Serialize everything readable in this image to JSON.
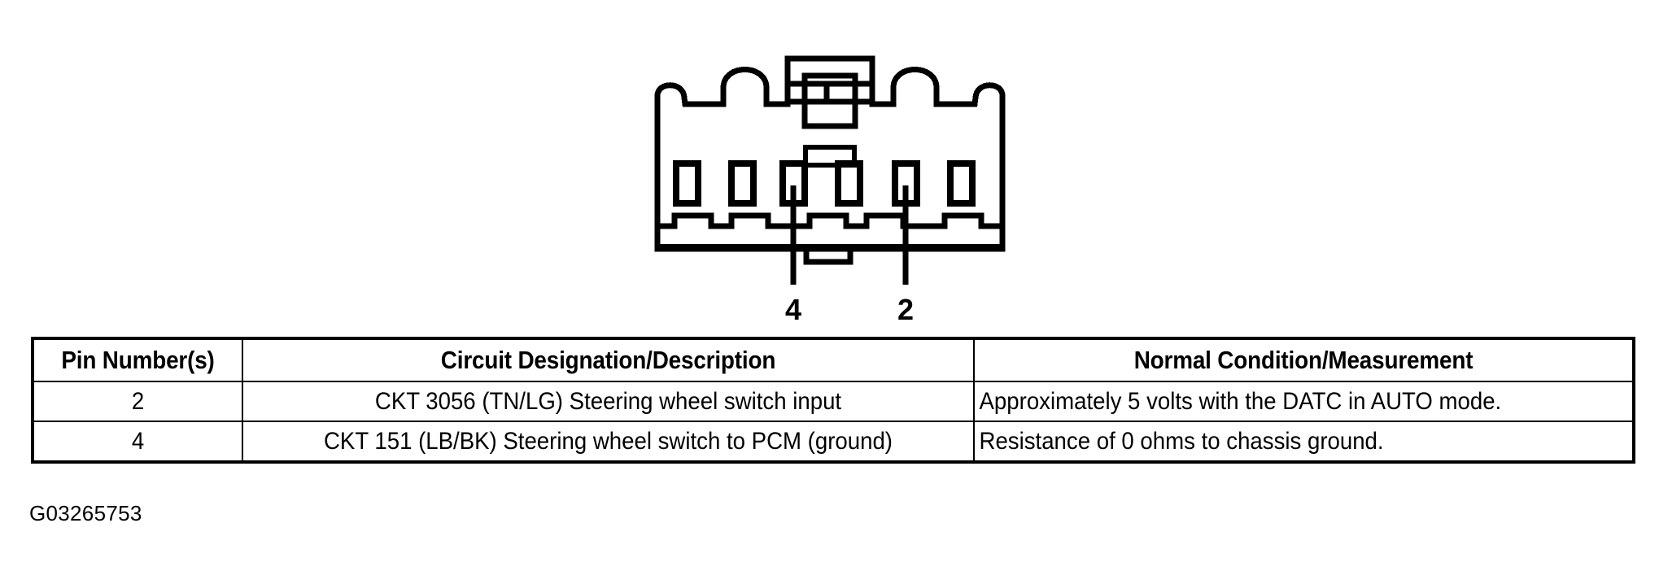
{
  "figure": {
    "id_caption": "G03265753",
    "connector": {
      "name": "6-cavity electrical connector front view",
      "cavity_count": 6,
      "callouts": [
        {
          "label": "4",
          "cavity_index": 3
        },
        {
          "label": "2",
          "cavity_index": 5
        }
      ]
    }
  },
  "table": {
    "columns": [
      "Pin Number(s)",
      "Circuit Designation/Description",
      "Normal Condition/Measurement"
    ],
    "rows": [
      {
        "pin": "2",
        "circuit": "CKT 3056 (TN/LG) Steering wheel switch input",
        "normal": "Approximately 5 volts with the DATC in AUTO mode."
      },
      {
        "pin": "4",
        "circuit": "CKT 151 (LB/BK) Steering wheel switch to PCM (ground)",
        "normal": "Resistance of 0 ohms to chassis ground."
      }
    ]
  },
  "colors": {
    "ink": "#000000",
    "background": "#ffffff"
  }
}
